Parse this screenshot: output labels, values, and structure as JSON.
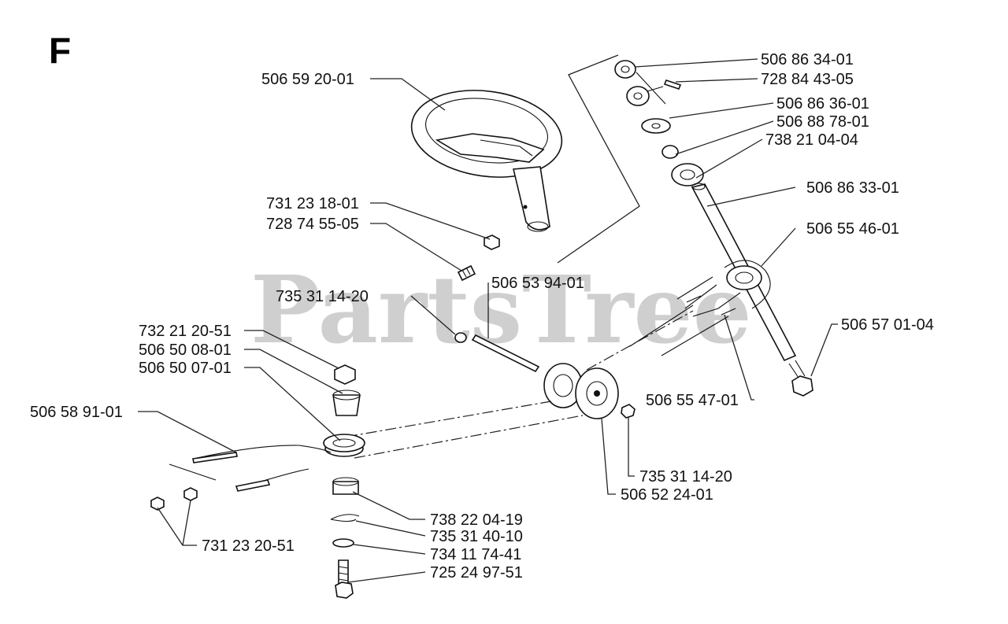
{
  "section_letter": "F",
  "watermark": "PartsTree",
  "parts": {
    "steering_wheel": "506 59 20-01",
    "nut_top": "731 23 18-01",
    "screw_top": "728 74 55-05",
    "collar": "506 86 34-01",
    "set_screw": "728 84 43-05",
    "washer_top": "506 86 36-01",
    "bushing_top": "506 88 78-01",
    "bearing_top": "738 21 04-04",
    "steering_shaft": "506 86 33-01",
    "sprocket_chain": "506 55 46-01",
    "axle_pin": "506 53 94-01",
    "nut_pin": "735 31 14-20",
    "bolt_right": "506 57 01-04",
    "nut_left_top": "732 21 20-51",
    "spacer": "506 50 08-01",
    "pulley_left": "506 50 07-01",
    "cable": "506 58 91-01",
    "chain_end": "506 55 47-01",
    "nut_pulley": "735 31 14-20",
    "pulley_double": "506 52 24-01",
    "bearing_low": "738 22 04-19",
    "clip": "735 31 40-10",
    "washer_low": "734 11 74-41",
    "bolt_low": "725 24 97-51",
    "nuts_cable": "731 23 20-51"
  }
}
